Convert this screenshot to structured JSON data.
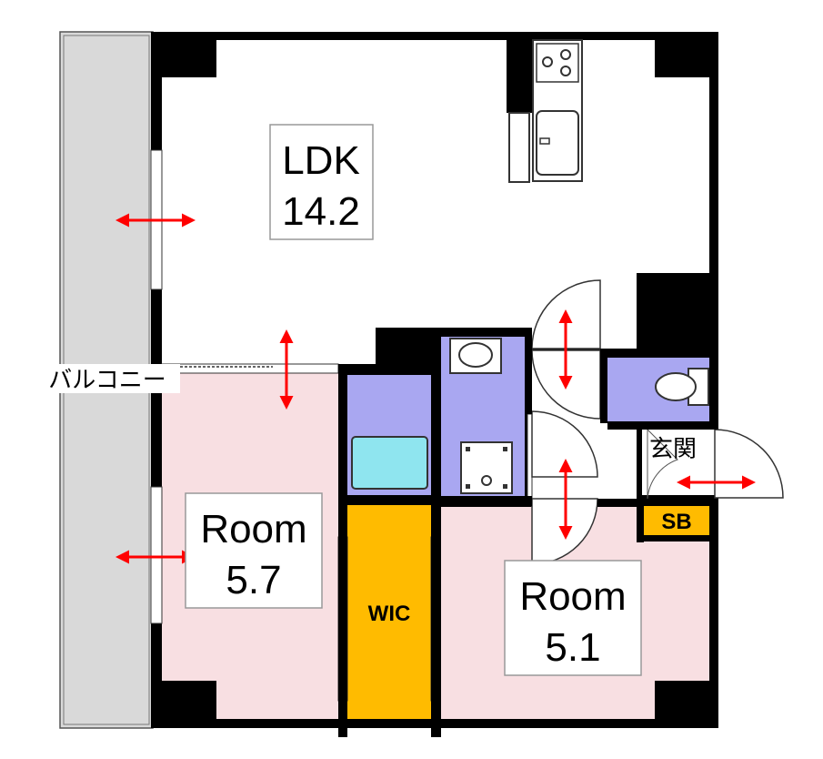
{
  "rooms": {
    "ldk": {
      "name": "LDK",
      "area": "14.2"
    },
    "room1": {
      "name": "Room",
      "area": "5.7"
    },
    "room2": {
      "name": "Room",
      "area": "5.1"
    },
    "wic": {
      "name": "WIC"
    },
    "entrance": {
      "name": "玄関"
    },
    "sb": {
      "name": "SB"
    },
    "balcony": {
      "name": "バルコニー"
    }
  },
  "colors": {
    "wall": "#000000",
    "balcony": "#d9d9d9",
    "bedroom": "#f8dfe2",
    "wet_area": "#a9a7f1",
    "bathtub": "#8fe5ef",
    "storage": "#ffbb00",
    "door_arrow": "#ff0000"
  }
}
